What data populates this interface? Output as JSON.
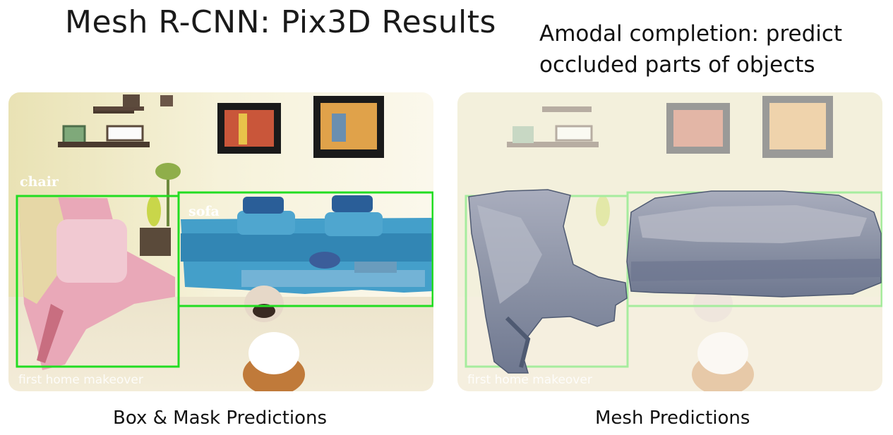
{
  "title": "Mesh R-CNN: Pix3D Results",
  "note": "Amodal completion: predict occluded parts of objects",
  "panels": {
    "left": {
      "caption": "Box & Mask Predictions",
      "labels": {
        "chair": "chair",
        "sofa": "sofa"
      },
      "watermark": "first home makeover"
    },
    "right": {
      "caption": "Mesh Predictions",
      "watermark": "first home makeover"
    }
  },
  "colors": {
    "box": "#22dd22",
    "sofa_mask": "#3a9ac8",
    "chair_mask": "#e9a8b8",
    "mesh": "#8c93a6"
  }
}
